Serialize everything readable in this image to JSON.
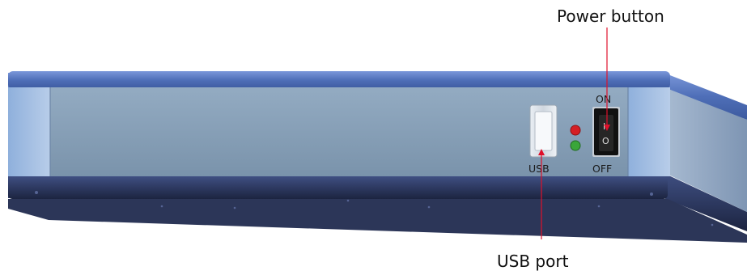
{
  "callouts": {
    "power_button": "Power button",
    "usb_port": "USB port"
  },
  "panel_labels": {
    "switch_on": "ON",
    "switch_off": "OFF",
    "usb": "USB"
  },
  "switch_symbols": {
    "on": "I",
    "off": "O"
  },
  "colors": {
    "leader_line": "#e0102a",
    "led_red": "#d51f24",
    "led_green": "#3aa63a",
    "body_top": "#4f6fb8",
    "body_base": "#2a3558",
    "front_panel": "#86a0b8",
    "switch_body": "#111111"
  },
  "icons": [
    "usb-port-icon",
    "power-switch-icon",
    "red-led-icon",
    "green-led-icon"
  ]
}
